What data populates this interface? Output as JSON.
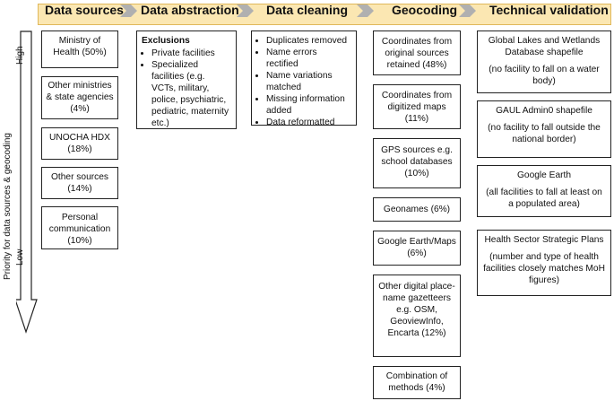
{
  "header": {
    "steps": [
      "Data sources",
      "Data abstraction",
      "Data cleaning",
      "Geocoding",
      "Technical validation"
    ]
  },
  "axis": {
    "title": "Priority for data sources & geocoding",
    "high": "High",
    "low": "Low"
  },
  "data_sources": [
    "Ministry of Health (50%)",
    "Other ministries & state agencies (4%)",
    "UNOCHA HDX (18%)",
    "Other sources (14%)",
    "Personal communication (10%)"
  ],
  "abstraction": {
    "title": "Exclusions",
    "items": [
      "Private facilities",
      "Specialized facilities (e.g. VCTs, military, police, psychiatric, pediatric, maternity etc.)"
    ]
  },
  "cleaning": {
    "items": [
      "Duplicates removed",
      "Name errors rectified",
      "Name variations matched",
      "Missing information added",
      "Data reformatted"
    ]
  },
  "geocoding": [
    "Coordinates from original sources retained (48%)",
    "Coordinates from digitized maps (11%)",
    "GPS sources e.g. school databases (10%)",
    "Geonames (6%)",
    "Google Earth/Maps (6%)",
    "Other digital place-name gazetteers e.g. OSM, GeoviewInfo, Encarta (12%)",
    "Combination of methods (4%)"
  ],
  "validation": [
    {
      "title": "Global Lakes and Wetlands Database shapefile",
      "note": "(no facility to fall on a water body)"
    },
    {
      "title": "GAUL Admin0 shapefile",
      "note": "(no facility to fall outside the national border)"
    },
    {
      "title": "Google Earth",
      "note": "(all facilities to fall at least on a populated area)"
    },
    {
      "title": "Health Sector Strategic Plans",
      "note": "(number and type of health facilities closely matches MoH figures)"
    }
  ],
  "colors": {
    "header_fill": "#fbe7b2",
    "header_border": "#e0b85a",
    "chevron": "#b0b0b0",
    "box_border": "#222222"
  }
}
